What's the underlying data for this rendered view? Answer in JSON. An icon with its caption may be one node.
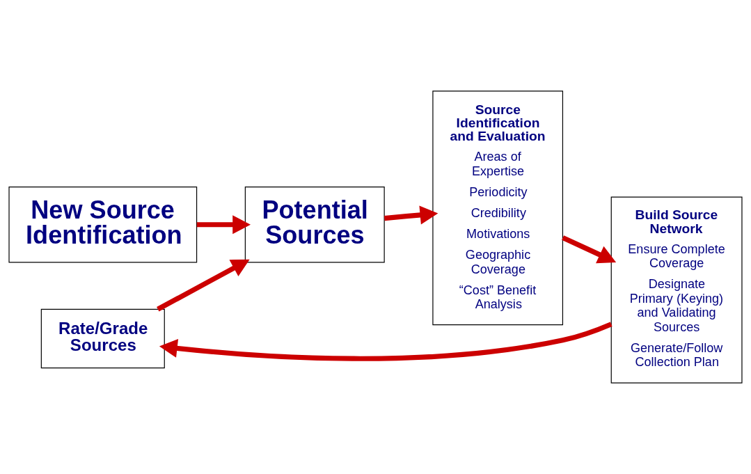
{
  "diagram": {
    "nodes": [
      {
        "text": [
          "Rate/Grade Sources"
        ]
      },
      {
        "text": [
          "Source Identification and Evaluation",
          "Areas of Expertise",
          "Periodicity",
          "Credibility",
          "Motivations",
          "Geographic Coverage",
          "“Cost” Benefit Analysis"
        ]
      },
      {
        "text": [
          "Build Source Network",
          "Ensure Complete Coverage",
          "Designate Primary (Keying) and Validating Sources",
          "Generate/Follow Collection Plan"
        ]
      },
      {
        "text": [
          "Potential Sources"
        ]
      },
      {
        "text": [
          "New Source Identification"
        ]
      }
    ],
    "edges": [
      {
        "from": 0,
        "to": 3,
        "arrow": "to"
      },
      {
        "from": 2,
        "to": 0,
        "arrow": "to"
      },
      {
        "from": 3,
        "to": 1,
        "arrow": "to"
      },
      {
        "from": 1,
        "to": 2,
        "arrow": "to"
      },
      {
        "from": 4,
        "to": 3,
        "arrow": "to"
      }
    ]
  }
}
